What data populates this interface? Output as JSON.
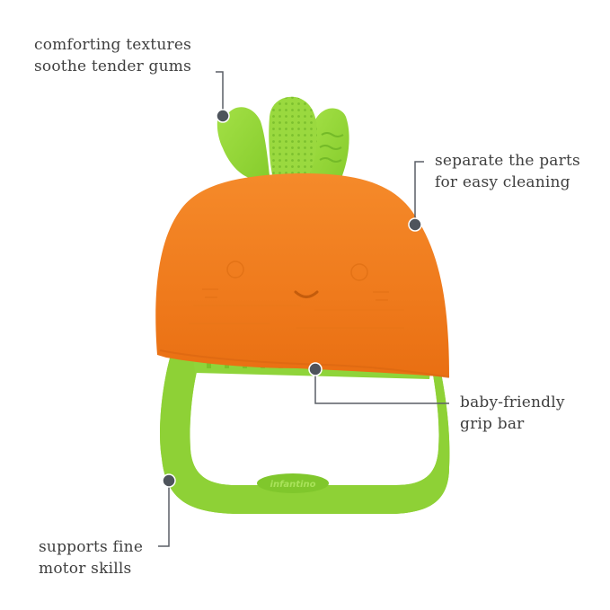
{
  "callouts": {
    "textures": {
      "line1": "comforting textures",
      "line2": "soothe tender gums"
    },
    "cleaning": {
      "line1": "separate the parts",
      "line2": "for easy cleaning"
    },
    "grip": {
      "line1": "baby-friendly",
      "line2": "grip bar"
    },
    "motor": {
      "line1": "supports fine",
      "line2": "motor skills"
    }
  },
  "product": {
    "brand_emboss": "infantino"
  },
  "colors": {
    "carrot_orange": "#f07f1e",
    "leaf_green": "#8fd43a",
    "handle_green": "#93d632",
    "callout_line": "#5a5f66",
    "callout_dot": "#4e545c",
    "text": "#3f3f3f"
  }
}
